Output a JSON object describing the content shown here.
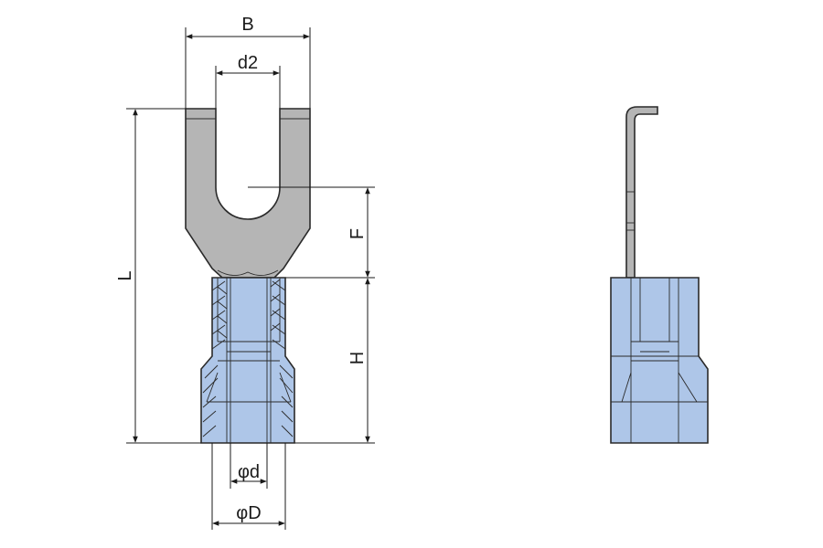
{
  "labels": {
    "B": "B",
    "d2": "d2",
    "L": "L",
    "F": "F",
    "H": "H",
    "d": "φd",
    "D": "φD"
  },
  "colors": {
    "metal": "#b5b5b5",
    "metal_edge": "#2a2a2a",
    "sleeve": "#aec6e8",
    "sleeve_dark": "#93b0da",
    "line": "#1a1a1a",
    "background": "#ffffff"
  }
}
